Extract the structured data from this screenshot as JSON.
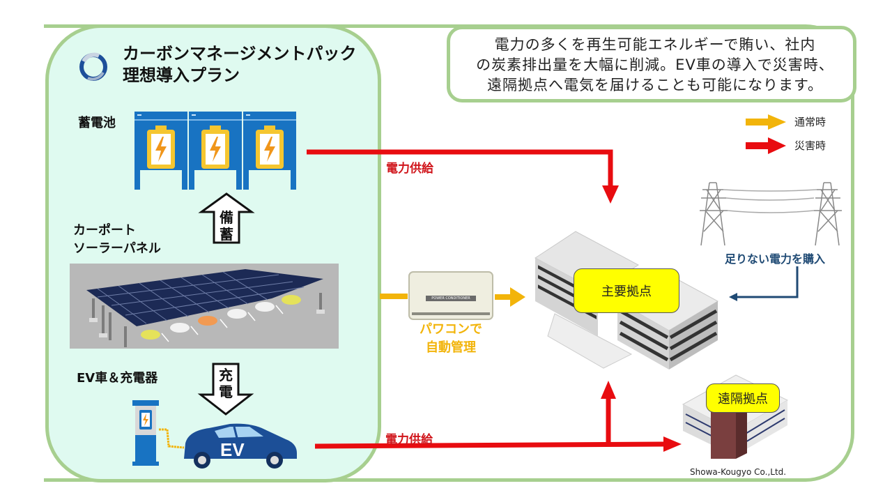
{
  "header": {
    "title": "カーボンマネージメントパック\n理想導入プラン",
    "logo": "ring-logo-icon"
  },
  "description": "電力の多くを再生可能エネルギーで賄い、社内\nの炭素排出量を大幅に削減。EV車の導入で災害時、\n遠隔拠点へ電気を届けることも可能になります。",
  "legend": [
    {
      "label": "通常時",
      "color": "#f2b40a",
      "icon": "yellow-arrow-icon"
    },
    {
      "label": "災害時",
      "color": "#e80c10",
      "icon": "red-arrow-icon"
    }
  ],
  "left_panel": {
    "battery_label": "蓄電池",
    "store_arrow_label": "備蓄",
    "solar_label": "カーポート\nソーラーパネル",
    "ev_label": "EV車＆充電器",
    "charge_arrow_label": "充電",
    "ev_car_text": "EV"
  },
  "flows": {
    "battery_supply_label": "電力供給",
    "ev_supply_label": "電力供給",
    "power_conditioner_plate": "POWER CONDITIONER",
    "power_conditioner_label": "パワコンで\n自動管理",
    "grid_purchase_label": "足りない電力を購入"
  },
  "sites": {
    "main": "主要拠点",
    "remote": "遠隔拠点"
  },
  "credit": "Showa-Kougyo Co.,Ltd.",
  "colors": {
    "frame_green": "#a7cf8f",
    "panel_mint": "#dffaf0",
    "normal_yellow": "#f2b40a",
    "disaster_red": "#e80c10",
    "grid_navy": "#1f4a74",
    "tag_yellow": "#ffff00",
    "battery_blue": "#1873c2"
  }
}
